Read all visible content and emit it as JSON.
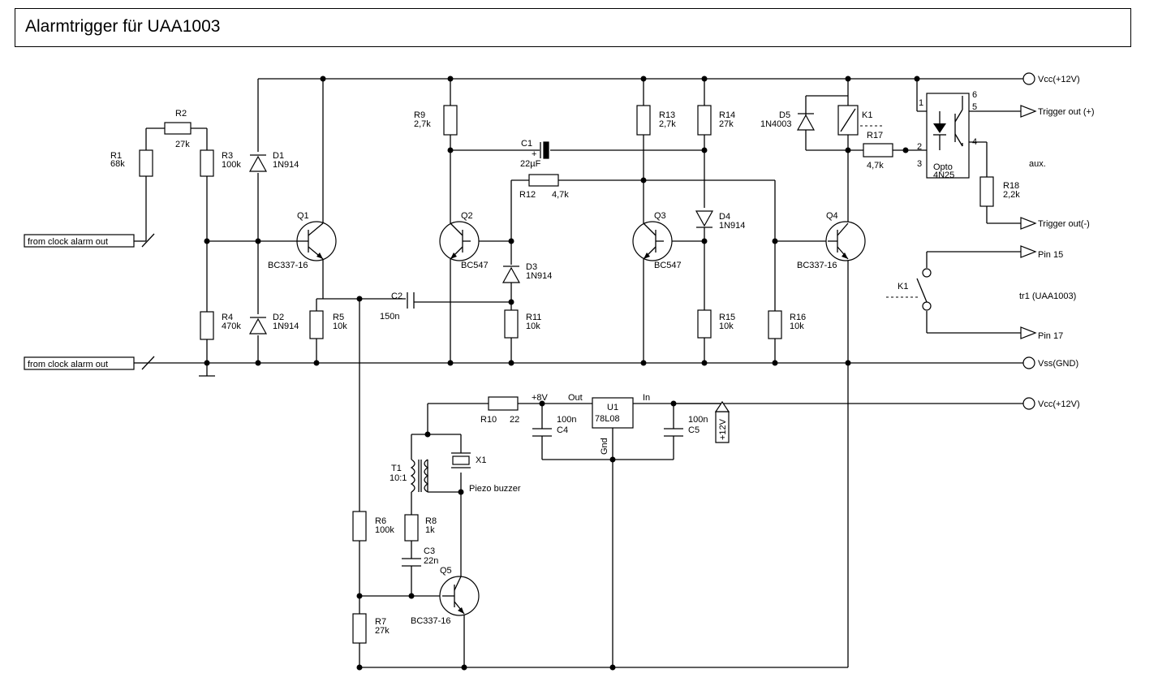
{
  "title": "Alarmtrigger für UAA1003",
  "rails": {
    "vcc_top": "Vcc(+12V)",
    "vss": "Vss(GND)",
    "vcc_bottom": "Vcc(+12V)"
  },
  "inputs": {
    "clock_alarm_1": "from clock alarm out",
    "clock_alarm_2": "from clock alarm out"
  },
  "resistors": [
    {
      "ref": "R1",
      "value": "68k"
    },
    {
      "ref": "R2",
      "value": "27k"
    },
    {
      "ref": "R3",
      "value": "100k"
    },
    {
      "ref": "R4",
      "value": "470k"
    },
    {
      "ref": "R5",
      "value": "10k"
    },
    {
      "ref": "R6",
      "value": "100k"
    },
    {
      "ref": "R7",
      "value": "27k"
    },
    {
      "ref": "R8",
      "value": "1k"
    },
    {
      "ref": "R9",
      "value": "2,7k"
    },
    {
      "ref": "R10",
      "value": "22"
    },
    {
      "ref": "R11",
      "value": "10k"
    },
    {
      "ref": "R12",
      "value": "4,7k"
    },
    {
      "ref": "R13",
      "value": "2,7k"
    },
    {
      "ref": "R14",
      "value": "27k"
    },
    {
      "ref": "R15",
      "value": "10k"
    },
    {
      "ref": "R16",
      "value": "10k"
    },
    {
      "ref": "R17",
      "value": "4,7k"
    },
    {
      "ref": "R18",
      "value": "2,2k"
    }
  ],
  "diodes": [
    {
      "ref": "D1",
      "value": "1N914"
    },
    {
      "ref": "D2",
      "value": "1N914"
    },
    {
      "ref": "D3",
      "value": "1N914"
    },
    {
      "ref": "D4",
      "value": "1N914"
    },
    {
      "ref": "D5",
      "value": "1N4003"
    }
  ],
  "transistors": [
    {
      "ref": "Q1",
      "value": "BC337-16"
    },
    {
      "ref": "Q2",
      "value": "BC547"
    },
    {
      "ref": "Q3",
      "value": "BC547"
    },
    {
      "ref": "Q4",
      "value": "BC337-16"
    },
    {
      "ref": "Q5",
      "value": "BC337-16"
    }
  ],
  "capacitors": [
    {
      "ref": "C1",
      "value": "22µF"
    },
    {
      "ref": "C2",
      "value": "150n"
    },
    {
      "ref": "C3",
      "value": "22n"
    },
    {
      "ref": "C4",
      "value": "100n"
    },
    {
      "ref": "C5",
      "value": "100n"
    }
  ],
  "relay": {
    "ref": "K1",
    "contact_ref": "K1"
  },
  "opto": {
    "ref": "Opto",
    "value": "4N25",
    "pins": [
      "1",
      "2",
      "3",
      "4",
      "5",
      "6"
    ]
  },
  "regulator": {
    "ref": "U1",
    "value": "78L08",
    "out": "Out",
    "in": "In",
    "gnd": "Gnd"
  },
  "supply": {
    "v8": "+8V",
    "v12": "+12V"
  },
  "transformer": {
    "ref": "T1",
    "ratio": "10:1"
  },
  "buzzer": {
    "ref": "X1",
    "label": "Piezo buzzer"
  },
  "outputs": {
    "trigger_plus": "Trigger out (+)",
    "trigger_minus": "Trigger out(-)",
    "aux": "aux.",
    "pin15": "Pin 15",
    "pin17": "Pin 17",
    "ic_note": "tr1 (UAA1003)"
  }
}
